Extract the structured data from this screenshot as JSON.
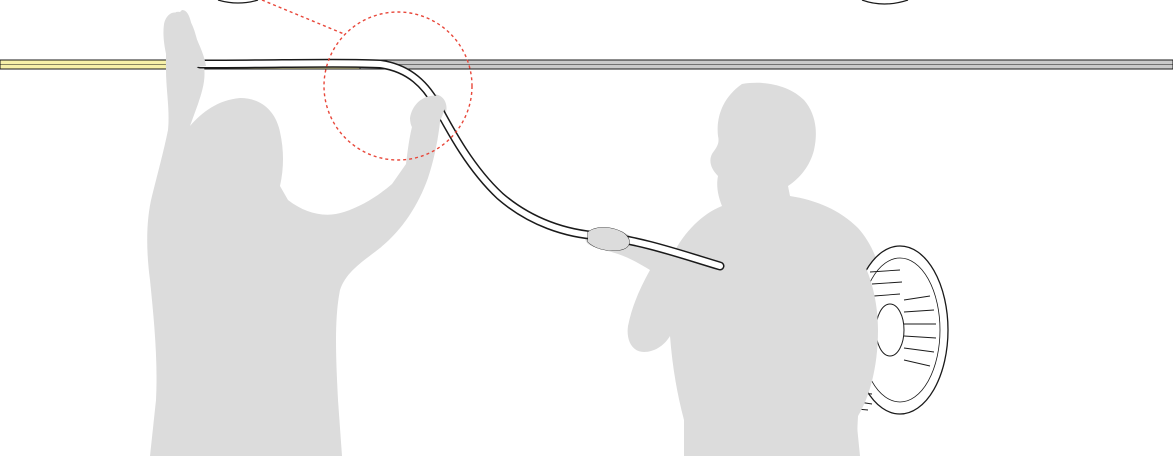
{
  "scene": {
    "description_labels": [],
    "colors": {
      "background": "#ffffff",
      "silhouette": "#dcdcdc",
      "strip_lit": "#f6f0a8",
      "strip_unlit": "#c9c9c9",
      "outline": "#1a1a1a",
      "cable_fill": "#ffffff",
      "callout": "#e8473a",
      "reel": "#ffffff"
    },
    "icons": [
      "person-left-silhouette",
      "person-right-silhouette",
      "led-strip",
      "cable-reel",
      "detail-callout-circle"
    ]
  }
}
